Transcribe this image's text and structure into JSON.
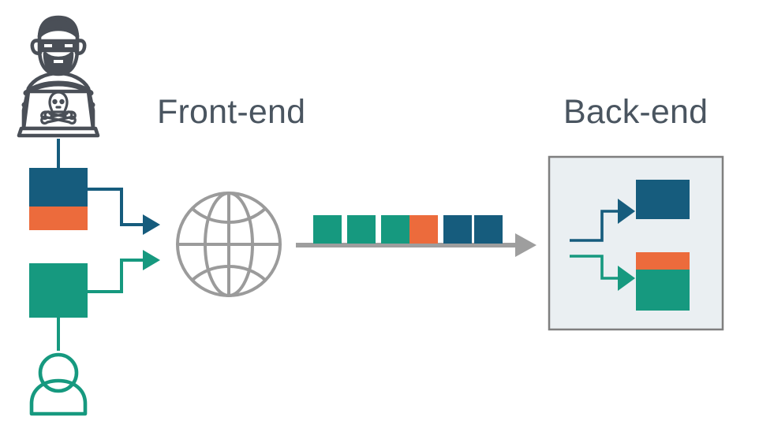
{
  "diagram": {
    "title_frontend": "Front-end",
    "title_backend": "Back-end",
    "colors": {
      "dark_blue": "#165C7D",
      "orange": "#EC6B3C",
      "teal": "#16997F",
      "gray_line": "#9E9E9E",
      "panel_fill": "#EAEFF2",
      "panel_border": "#7F7F7F",
      "icon_gray": "#4A4F57",
      "label_text": "#4A5560",
      "globe_gray": "#9B9B9B"
    },
    "actors": [
      {
        "name": "attacker",
        "icon": "hacker-icon",
        "color": "#4A4F57"
      },
      {
        "name": "user",
        "icon": "person-icon",
        "color": "#16997F"
      }
    ],
    "frontend_nodes": [
      {
        "name": "attacker-request-box",
        "segments": [
          {
            "color": "#165C7D",
            "share": 0.62
          },
          {
            "color": "#EC6B3C",
            "share": 0.38
          }
        ]
      },
      {
        "name": "user-request-box",
        "segments": [
          {
            "color": "#16997F",
            "share": 1.0
          }
        ]
      }
    ],
    "network_icon": "globe-icon",
    "packets": [
      {
        "index": 1,
        "color": "#16997F"
      },
      {
        "index": 2,
        "color": "#16997F"
      },
      {
        "index": 3,
        "color": "#16997F"
      },
      {
        "index": 4,
        "color": "#EC6B3C"
      },
      {
        "index": 5,
        "color": "#165C7D"
      },
      {
        "index": 6,
        "color": "#165C7D"
      }
    ],
    "transport_arrow": {
      "name": "packet-stream-arrow",
      "color": "#9E9E9E",
      "direction": "right"
    },
    "backend_nodes": [
      {
        "name": "backend-blue-box",
        "segments": [
          {
            "color": "#165C7D",
            "share": 1.0
          }
        ]
      },
      {
        "name": "backend-split-box",
        "segments": [
          {
            "color": "#EC6B3C",
            "share": 0.3
          },
          {
            "color": "#16997F",
            "share": 0.7
          }
        ]
      }
    ],
    "connectors": [
      {
        "name": "attacker-to-network-connector",
        "color": "#165C7D"
      },
      {
        "name": "user-to-network-connector",
        "color": "#16997F"
      },
      {
        "name": "backend-blue-connector",
        "color": "#165C7D"
      },
      {
        "name": "backend-teal-connector",
        "color": "#16997F"
      }
    ]
  }
}
